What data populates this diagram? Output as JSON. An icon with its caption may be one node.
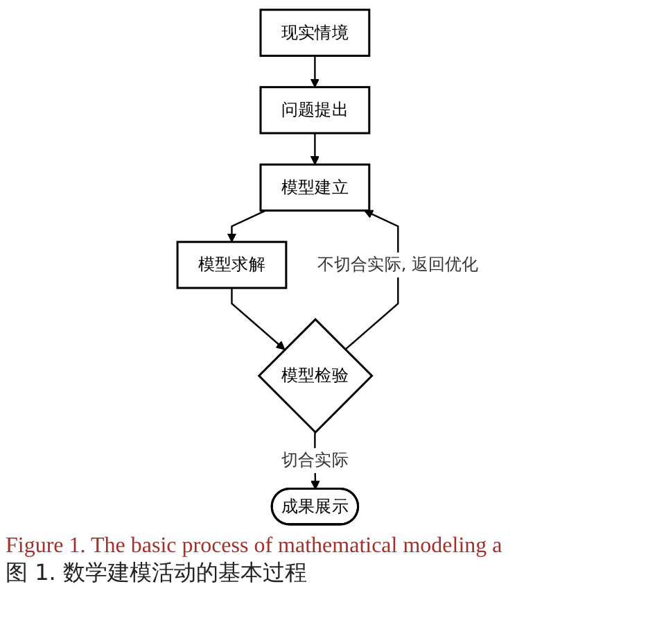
{
  "diagram": {
    "caption": "Figure 1. The basic process of mathematical modeling a",
    "nodes": [
      {
        "text": [
          "现实情境"
        ]
      },
      {
        "text": [
          "问题提出"
        ]
      },
      {
        "text": [
          "模型建立"
        ]
      },
      {
        "text": [
          "模型求解"
        ]
      },
      {
        "text": [
          "模型检验"
        ]
      },
      {
        "text": [
          "成果展示"
        ]
      }
    ],
    "edges": [
      {
        "from": 0,
        "to": 1,
        "arrow": "to"
      },
      {
        "from": 1,
        "to": 2,
        "arrow": "to"
      },
      {
        "from": 2,
        "to": 3,
        "arrow": "to"
      },
      {
        "from": 3,
        "to": 4,
        "arrow": "to"
      },
      {
        "from": 4,
        "to": 5,
        "arrow": "to",
        "label": "切合实际"
      },
      {
        "from": 4,
        "to": 2,
        "arrow": "to",
        "label": "不切合实际, 返回优化"
      }
    ],
    "labels": [
      "图 1. 数学建模活动的基本过程"
    ]
  }
}
